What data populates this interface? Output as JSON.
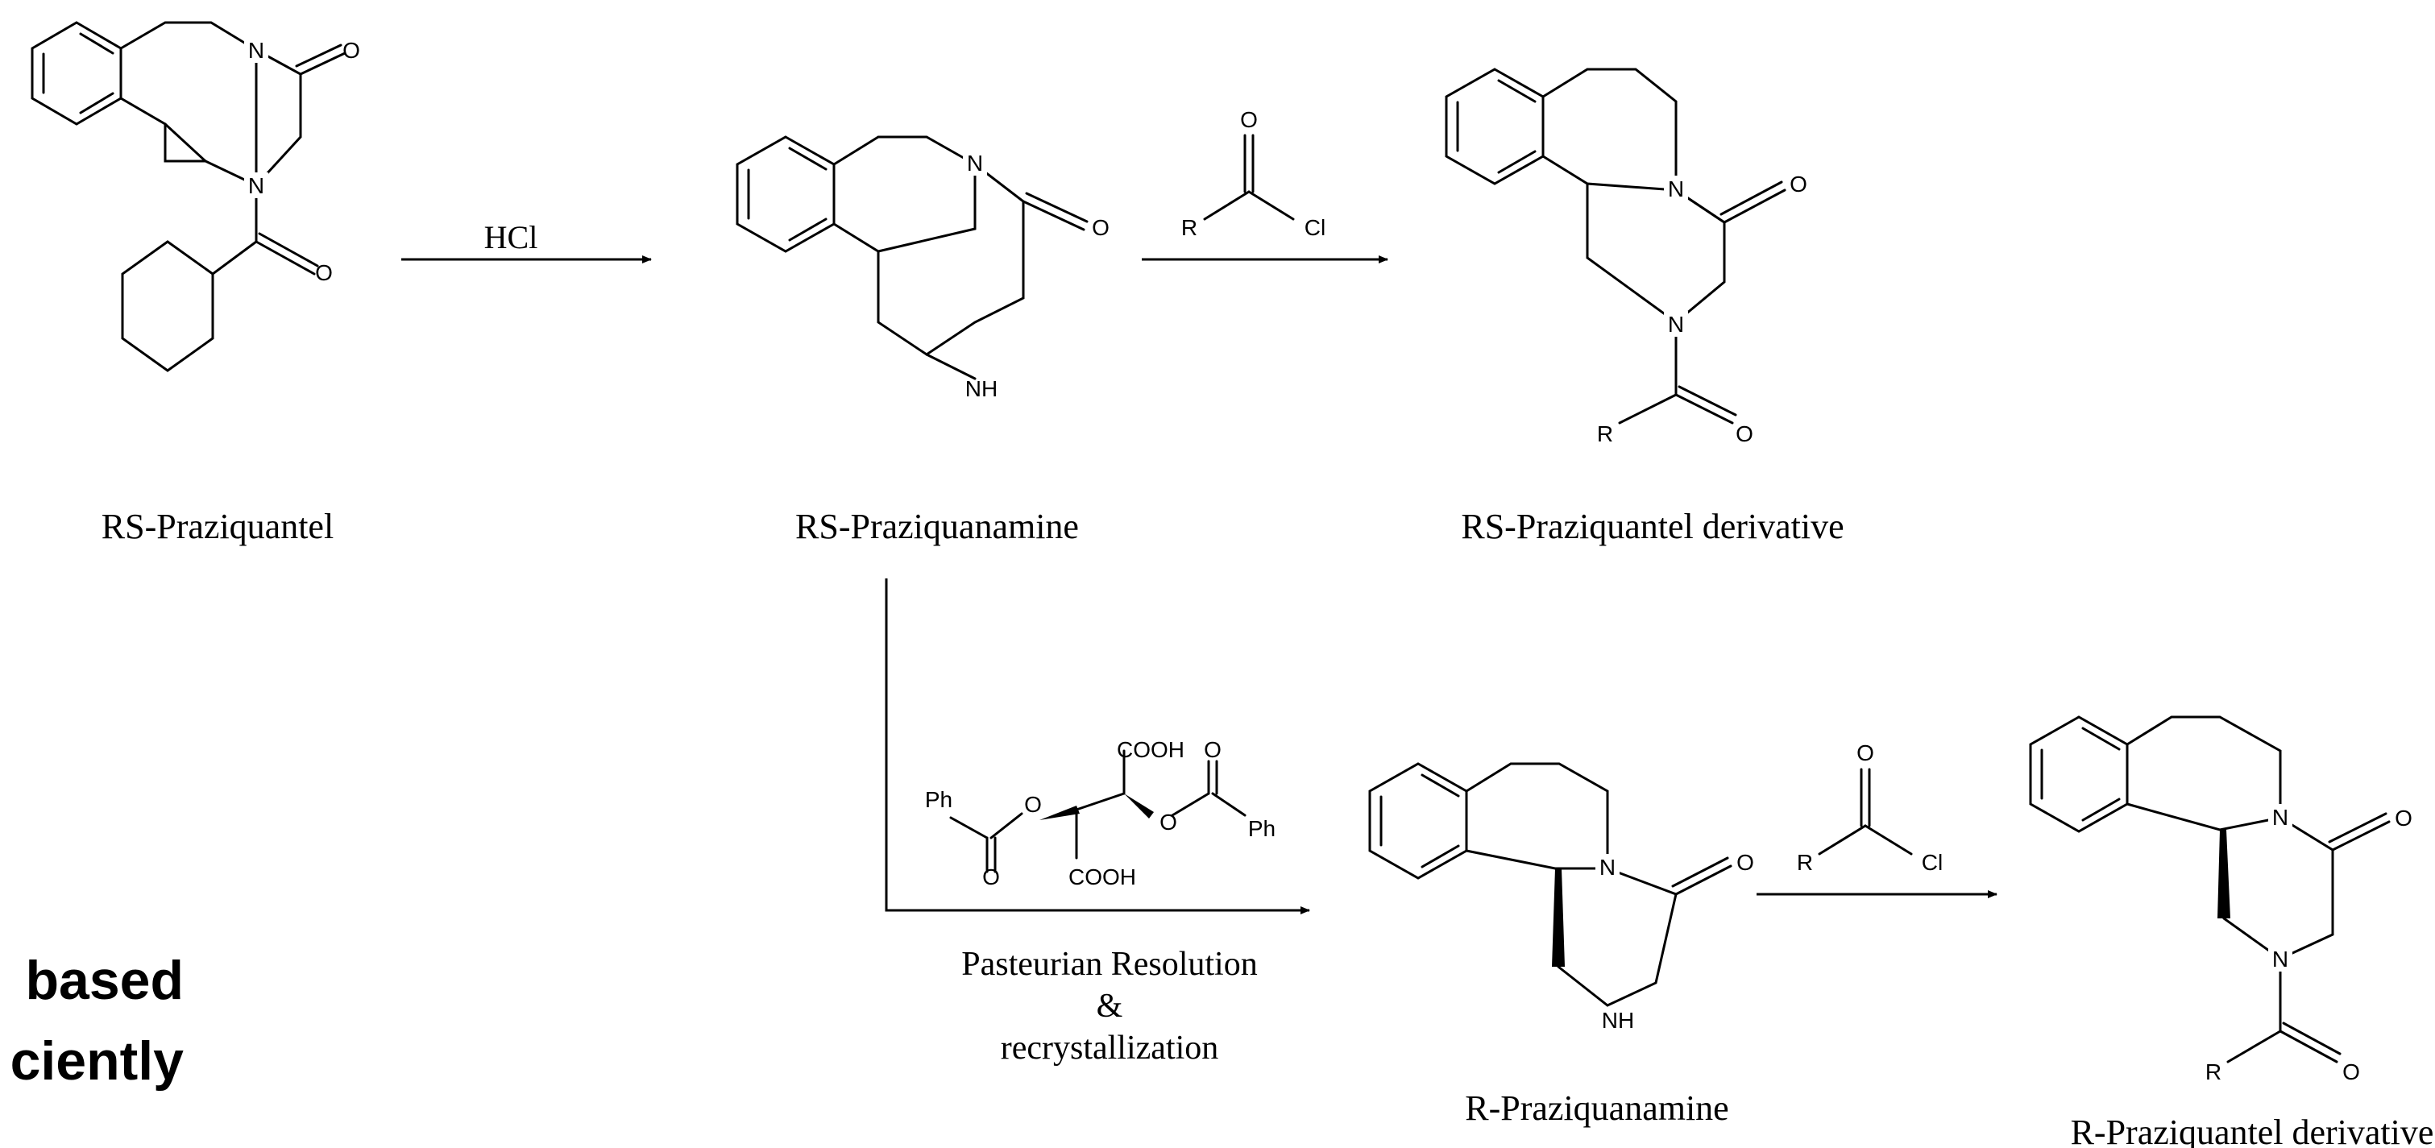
{
  "compounds": {
    "rs_praziquantel": "RS-Praziquantel",
    "rs_praziquanamine": "RS-Praziquanamine",
    "rs_derivative": "RS-Praziquantel derivative",
    "r_praziquanamine": "R-Praziquanamine",
    "r_derivative": "R-Praziquantel derivative"
  },
  "reagents": {
    "hcl": "HCl",
    "resolution_line1": "Pasteurian Resolution",
    "resolution_line2": "&",
    "resolution_line3": "recrystallization"
  },
  "atoms": {
    "N": "N",
    "O": "O",
    "NH": "NH",
    "R": "R",
    "Cl": "Cl",
    "Ph": "Ph",
    "COOH": "COOH"
  },
  "side_text": {
    "line1": "based",
    "line2": "ciently"
  }
}
